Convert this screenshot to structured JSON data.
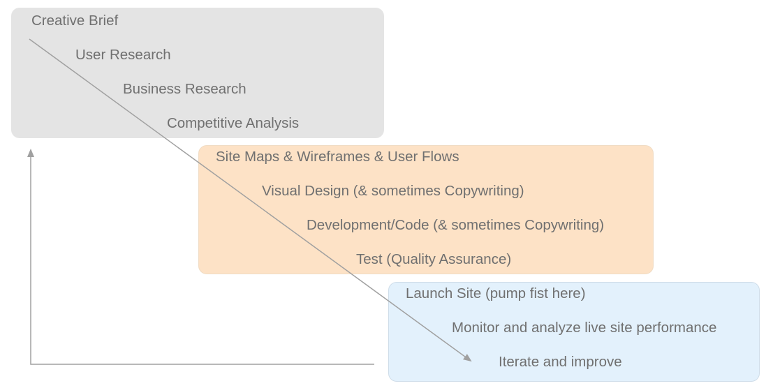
{
  "colors": {
    "planning_fill": "#e4e4e4",
    "production_fill": "#fde2c6",
    "launch_fill": "#e3f1fc",
    "arrow_stroke": "#a0a0a0",
    "text": "#707070"
  },
  "phases": {
    "planning": {
      "steps": [
        "Creative Brief",
        "User Research",
        "Business Research",
        "Competitive Analysis"
      ]
    },
    "production": {
      "steps": [
        "Site Maps & Wireframes & User Flows",
        "Visual Design (& sometimes Copywriting)",
        "Development/Code (& sometimes Copywriting)",
        "Test (Quality Assurance)"
      ]
    },
    "launch": {
      "steps": [
        "Launch Site (pump fist here)",
        "Monitor and analyze live site performance",
        "Iterate and improve"
      ]
    }
  }
}
